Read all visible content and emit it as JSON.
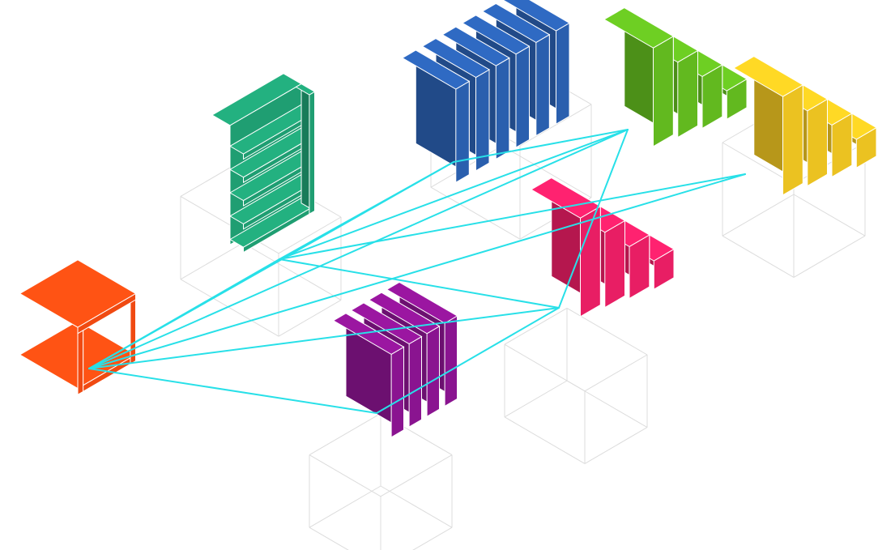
{
  "diagram": {
    "background": "#ffffff",
    "connector_color": "#28e0e8",
    "outline_color": "#ffffff",
    "ghost_color": "#dcdcdc",
    "blocks": [
      {
        "id": "orange",
        "color": "#f04a12",
        "shape": "hollow-cube"
      },
      {
        "id": "teal",
        "color": "#1f9e72",
        "shape": "shelf-stack"
      },
      {
        "id": "blue",
        "color": "#2a5fae",
        "shape": "column-group"
      },
      {
        "id": "green",
        "color": "#62b91f",
        "shape": "stair-block"
      },
      {
        "id": "yellow",
        "color": "#ebc221",
        "shape": "stair-block"
      },
      {
        "id": "magenta",
        "color": "#e81e64",
        "shape": "stair-block"
      },
      {
        "id": "purple",
        "color": "#8a1490",
        "shape": "column-group"
      }
    ],
    "links": [
      {
        "from": "orange",
        "to": "teal"
      },
      {
        "from": "orange",
        "to": "blue"
      },
      {
        "from": "orange",
        "to": "green"
      },
      {
        "from": "orange",
        "to": "yellow"
      },
      {
        "from": "orange",
        "to": "magenta"
      },
      {
        "from": "orange",
        "to": "purple"
      },
      {
        "from": "teal",
        "to": "blue"
      },
      {
        "from": "teal",
        "to": "green"
      },
      {
        "from": "teal",
        "to": "yellow"
      },
      {
        "from": "blue",
        "to": "green"
      },
      {
        "from": "green",
        "to": "magenta"
      },
      {
        "from": "purple",
        "to": "magenta"
      },
      {
        "from": "teal",
        "to": "magenta"
      }
    ]
  }
}
